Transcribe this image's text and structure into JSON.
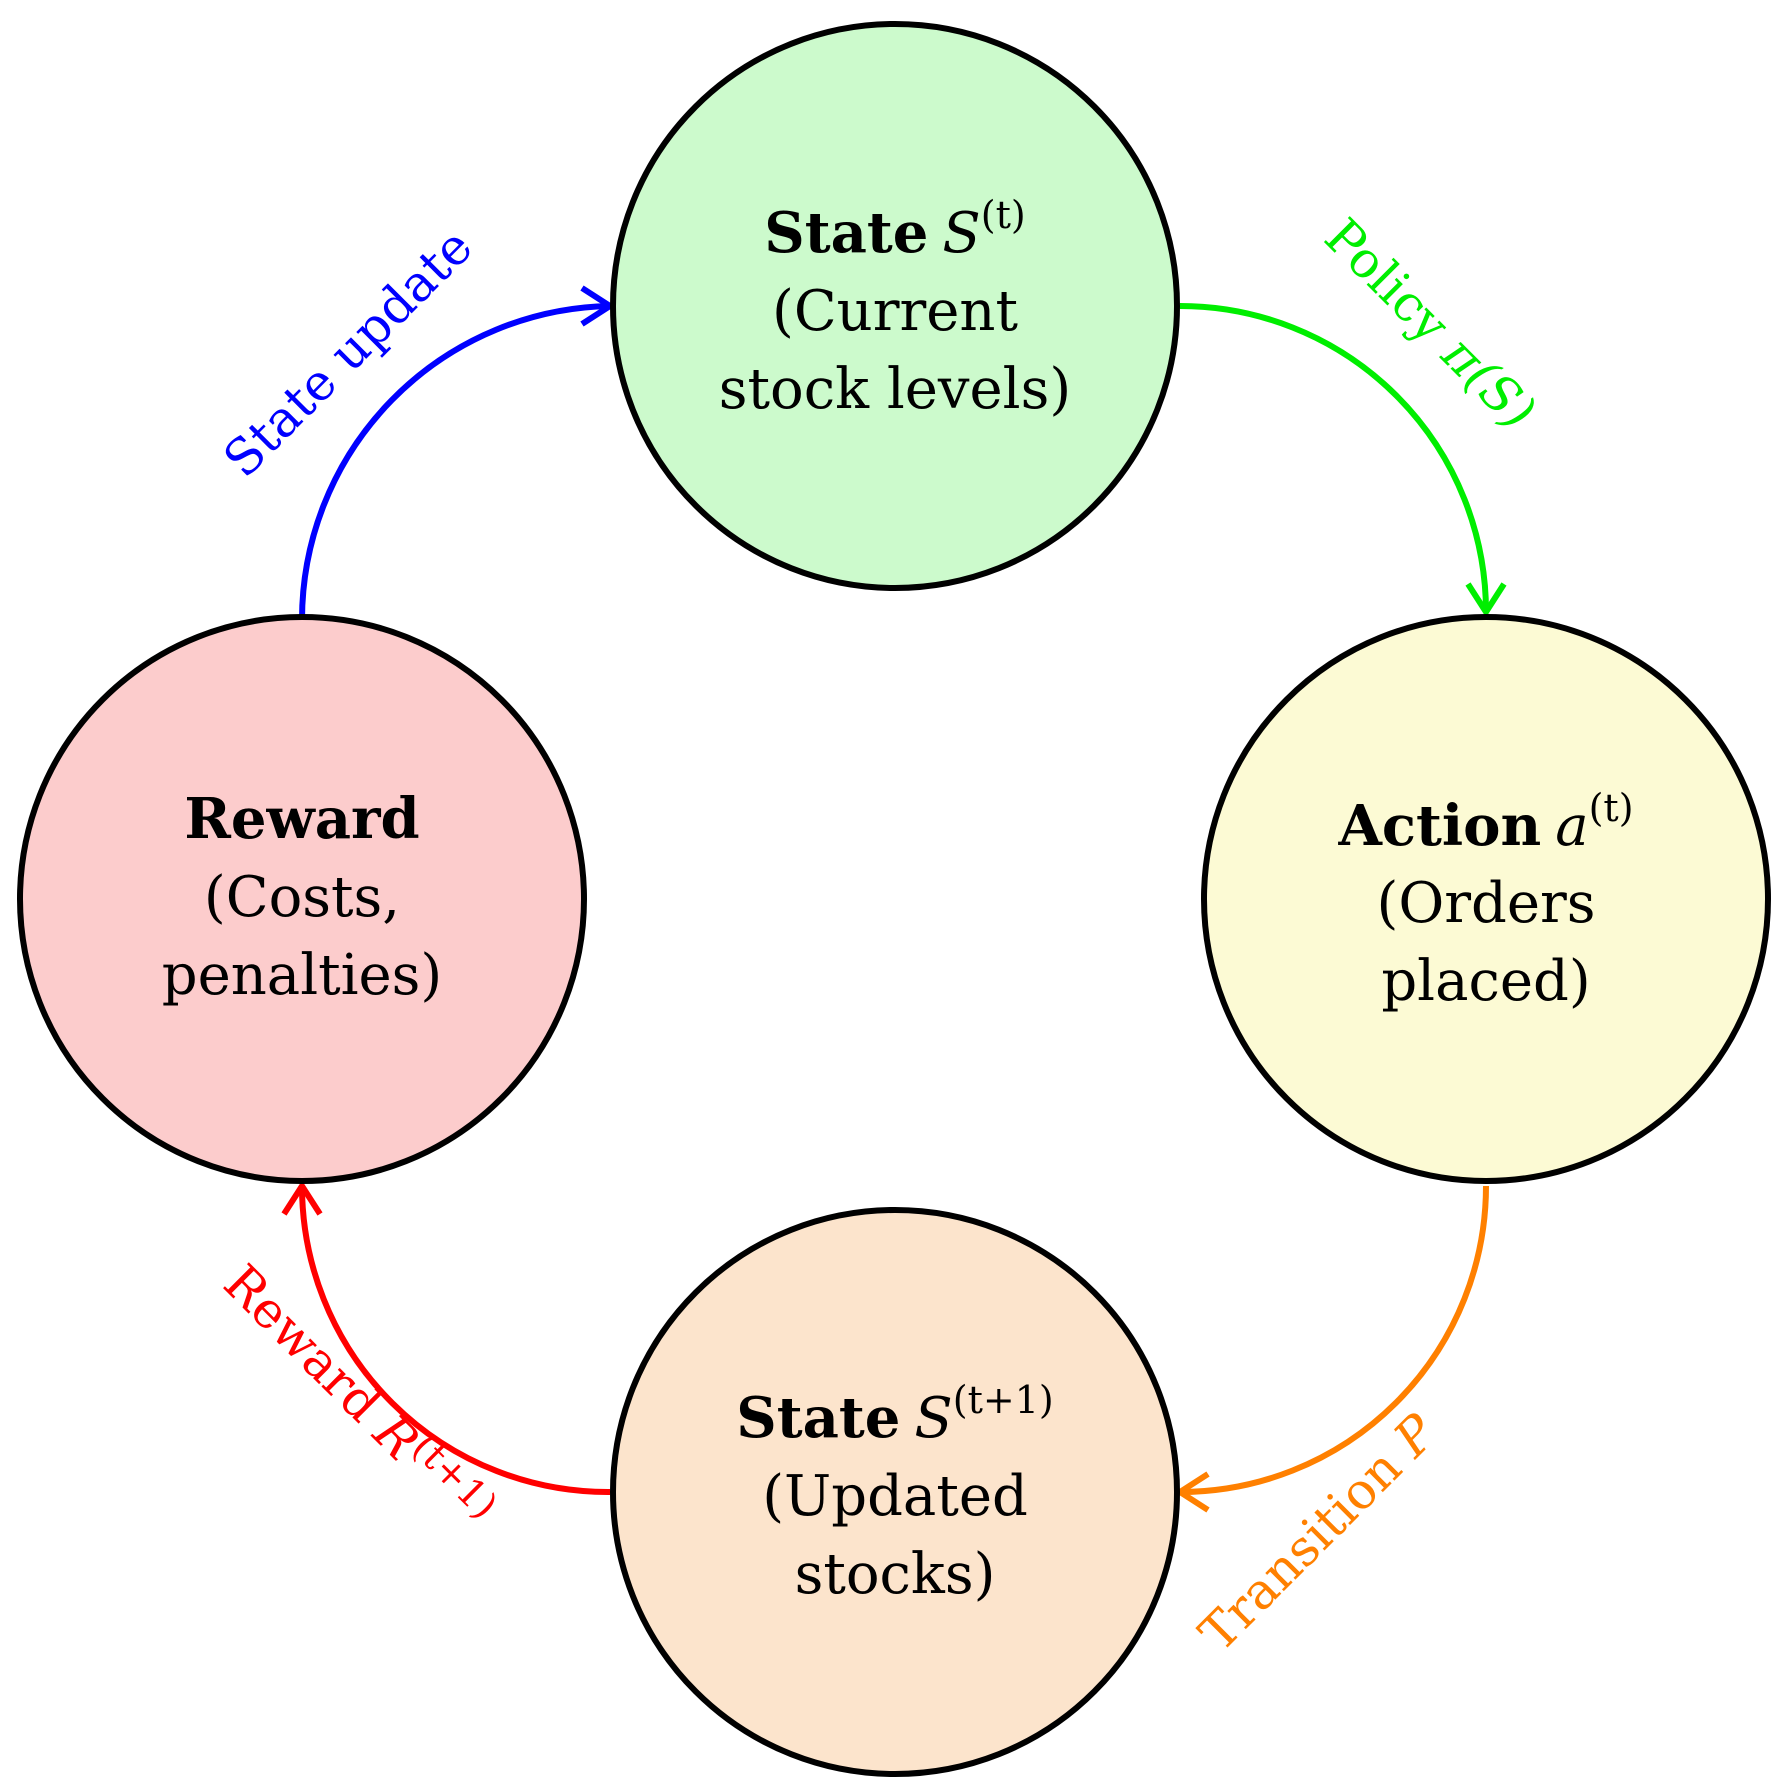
{
  "nodes": {
    "top": {
      "title": "State",
      "symbol": "S",
      "superscript": "(t)",
      "line1": "(Current",
      "line2": "stock levels)",
      "fill": "#ccfacc"
    },
    "right": {
      "title": "Action",
      "symbol": "a",
      "superscript": "(t)",
      "line1": "(Orders",
      "line2": "placed)",
      "fill": "#fcfad4"
    },
    "bottom": {
      "title": "State",
      "symbol": "S",
      "superscript": "(t+1)",
      "line1": "(Updated",
      "line2": "stocks)",
      "fill": "#fce4cc"
    },
    "left": {
      "title": "Reward",
      "line1": "(Costs,",
      "line2": "penalties)",
      "fill": "#fccccc"
    }
  },
  "edges": {
    "policy": {
      "text": "Policy ",
      "math": "π(S)",
      "color": "#00ee00"
    },
    "transition": {
      "text": "Transition ",
      "math": "P",
      "color": "#ff8000"
    },
    "reward": {
      "text": "Reward ",
      "math": "R",
      "superscript": "(t+1)",
      "color": "#ff0000"
    },
    "state_update": {
      "text": "State update",
      "color": "#0000ff"
    }
  }
}
